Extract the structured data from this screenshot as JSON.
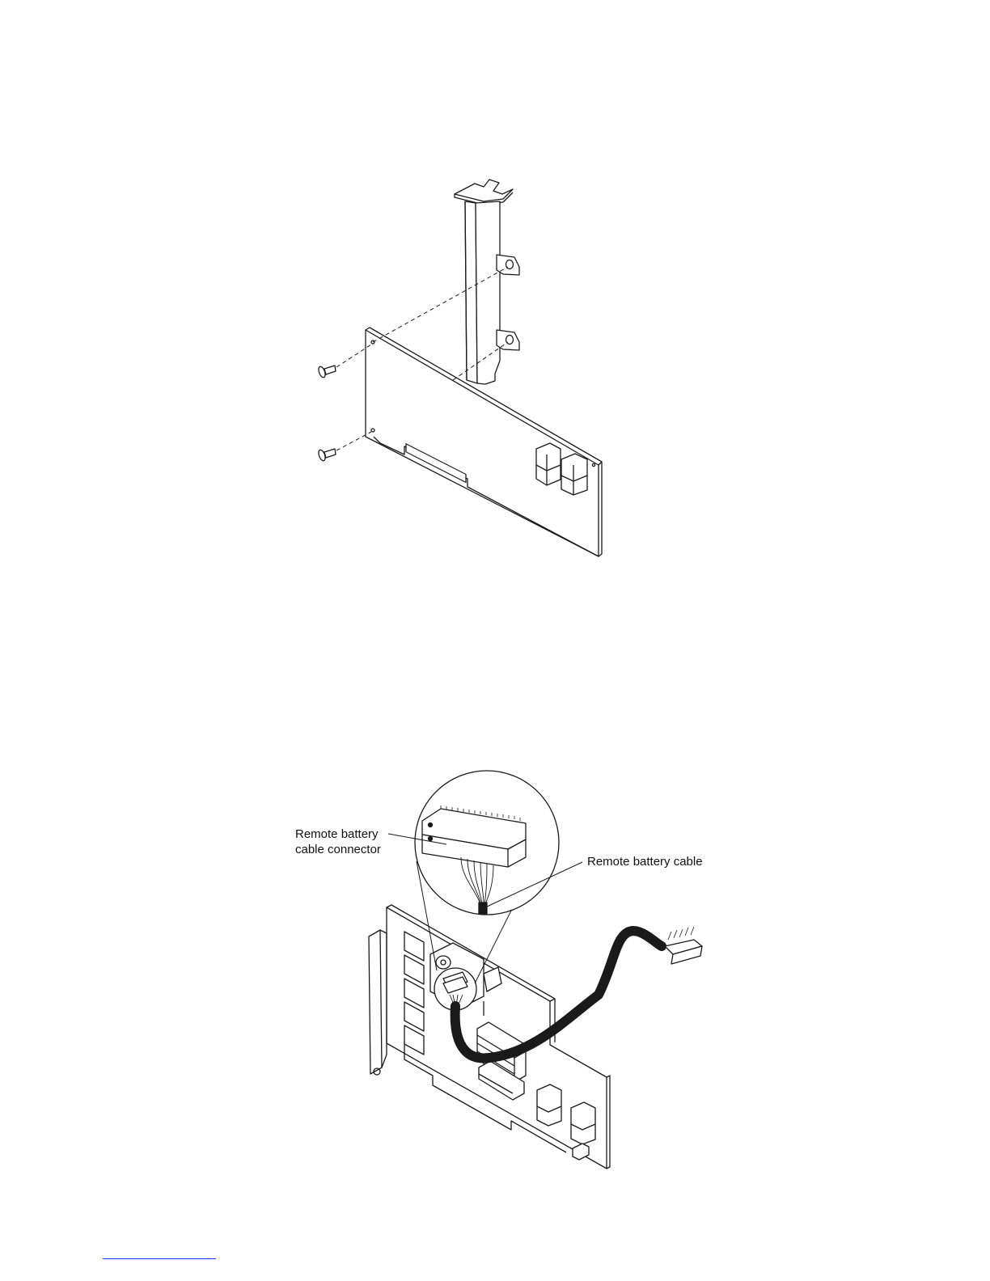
{
  "figure_bottom": {
    "callouts": {
      "connector_line1": "Remote battery",
      "connector_line2": "cable connector",
      "cable": "Remote battery cable"
    }
  },
  "colors": {
    "line": "#1a1a1a",
    "footer_rule": "#1a3cff"
  }
}
